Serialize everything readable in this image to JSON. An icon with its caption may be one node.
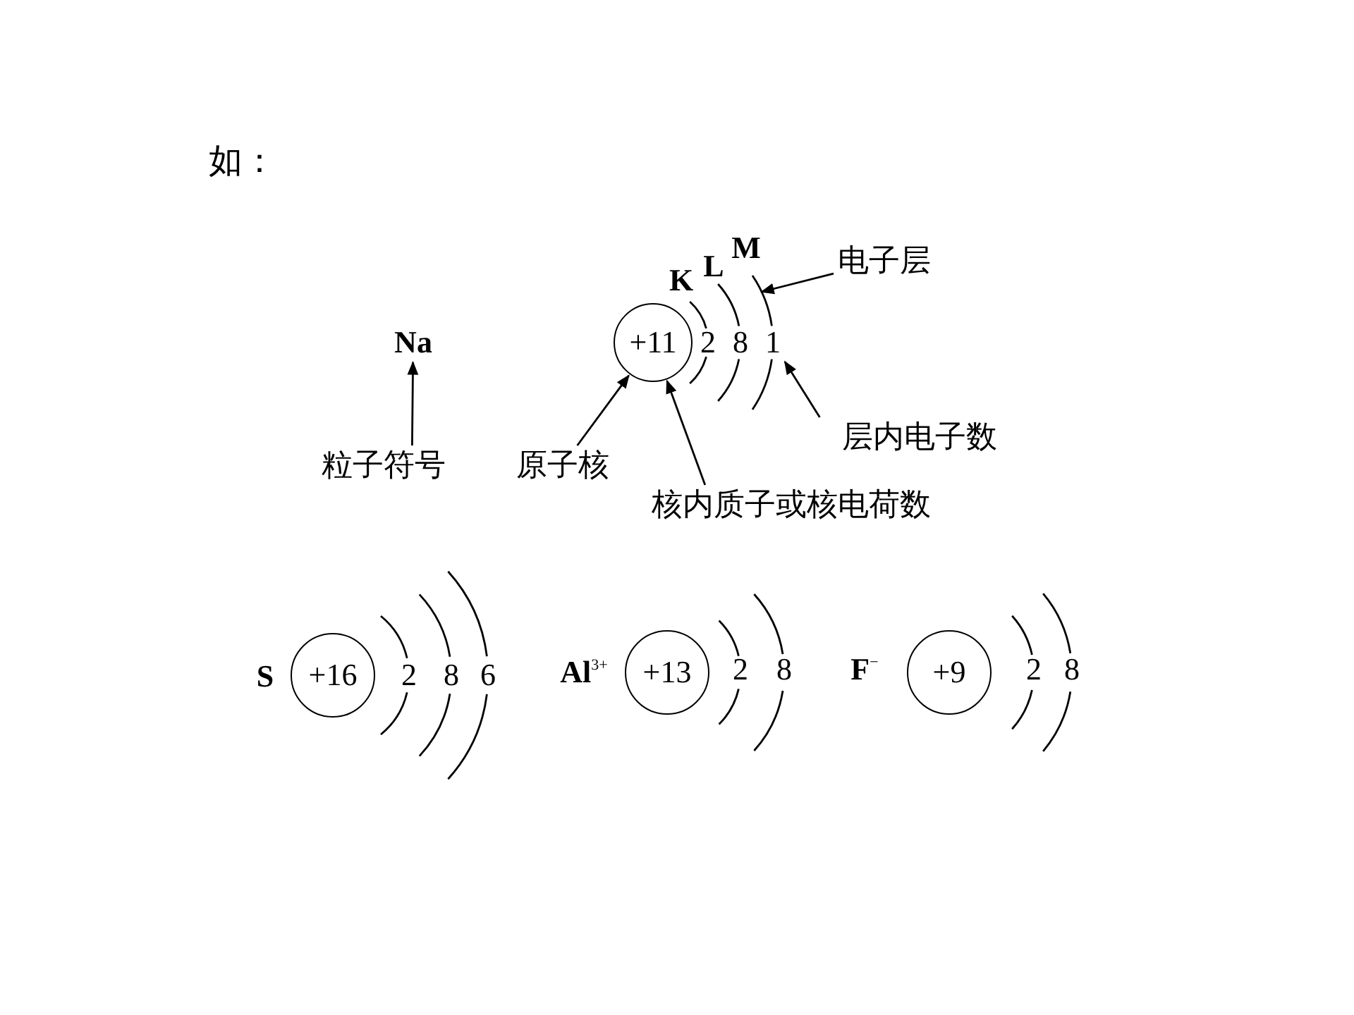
{
  "diagram": {
    "nodes": [
      {
        "text": [
          "Na"
        ]
      },
      {
        "text": [
          "+11"
        ]
      },
      {
        "text": [
          "1"
        ]
      },
      {
        "text": [],
        "shape": "arc"
      },
      {
        "text": [
          "电子层"
        ]
      },
      {
        "text": [
          "粒子符号"
        ]
      },
      {
        "text": [
          "原子核"
        ]
      },
      {
        "text": [
          "层内电子数"
        ]
      },
      {
        "text": [
          "核内质子或核电荷数"
        ]
      },
      {
        "text": [
          "+16"
        ]
      },
      {
        "text": [
          "+13"
        ]
      },
      {
        "text": [
          "+9"
        ]
      }
    ],
    "edges": [
      {
        "from": 5,
        "to": 0,
        "arrow": "to"
      },
      {
        "from": 6,
        "to": 1,
        "arrow": "to"
      },
      {
        "from": 8,
        "to": 1,
        "arrow": "to"
      },
      {
        "from": 7,
        "to": 2,
        "arrow": "to"
      },
      {
        "from": 4,
        "to": 3,
        "arrow": "to"
      }
    ],
    "labels": [
      "如：",
      "K",
      "L",
      "M",
      "2",
      "8",
      "S",
      "2",
      "8",
      "6",
      "Al$^{3+}$",
      "2",
      "8",
      "F$^{−}$",
      "2",
      "8"
    ]
  }
}
